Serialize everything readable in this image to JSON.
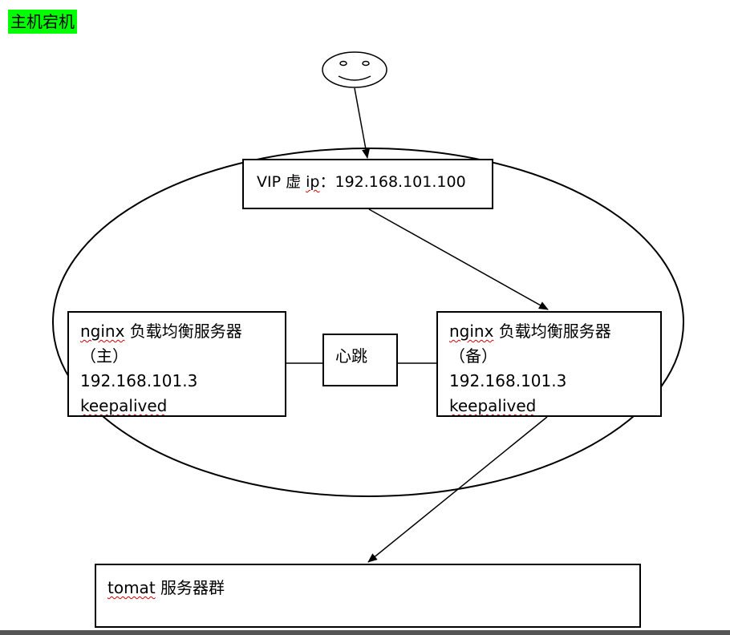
{
  "header": {
    "label": "主机宕机",
    "highlight_color": "#00ff00"
  },
  "client": {
    "icon": "smiley-face-icon"
  },
  "vip": {
    "prefix": "VIP 虚 ",
    "term": "ip",
    "suffix": "：192.168.101.100"
  },
  "primary": {
    "term": "nginx",
    "title": " 负载均衡服务器",
    "role": "（主）",
    "ip": "192.168.101.3",
    "agent": "keepalived"
  },
  "backup": {
    "term": "nginx",
    "title": " 负载均衡服务器",
    "role": "（备）",
    "ip": "192.168.101.3",
    "agent": "keepalived"
  },
  "heartbeat": {
    "label": "心跳"
  },
  "tomcat": {
    "term": "tomat",
    "suffix": " 服务器群"
  },
  "colors": {
    "spellcheck": "#d00000",
    "stroke": "#000000"
  }
}
